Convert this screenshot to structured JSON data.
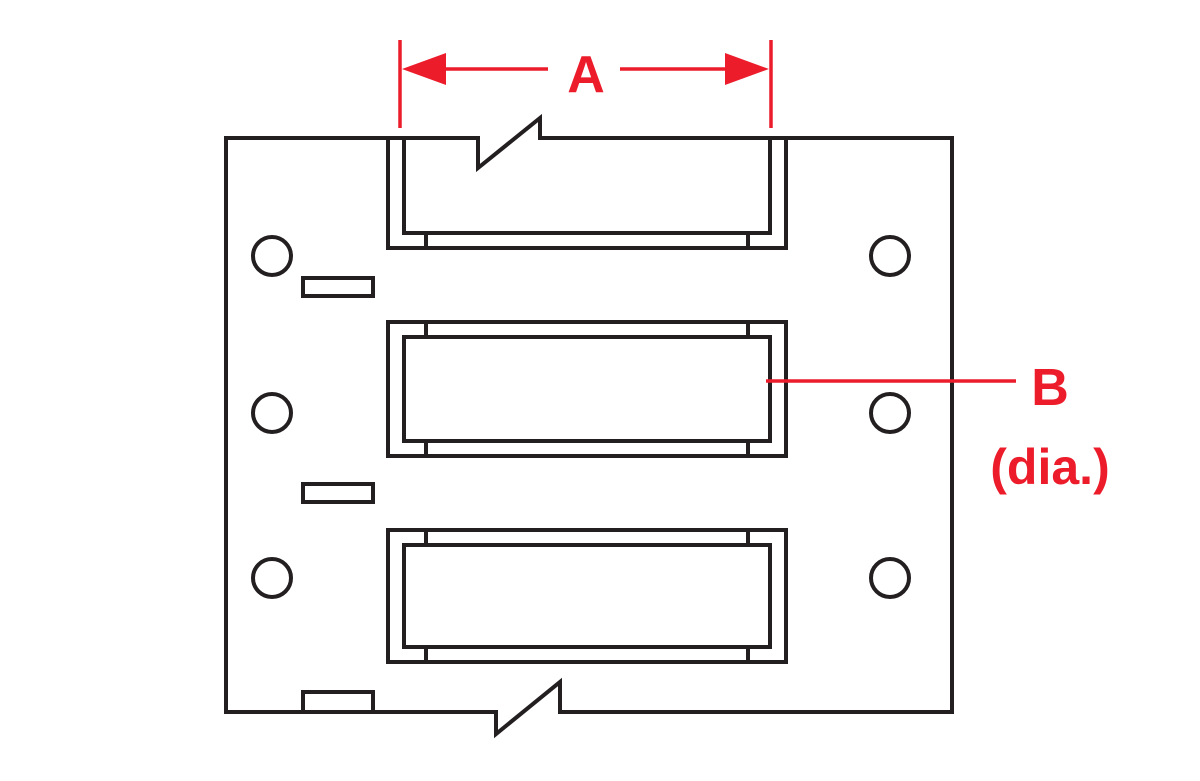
{
  "labels": {
    "dimension_a": "A",
    "dimension_b": "B",
    "dimension_b_note": "(dia.)"
  },
  "colors": {
    "outline": "#231f20",
    "dimension": "#ec1c2b",
    "background": "#ffffff"
  }
}
